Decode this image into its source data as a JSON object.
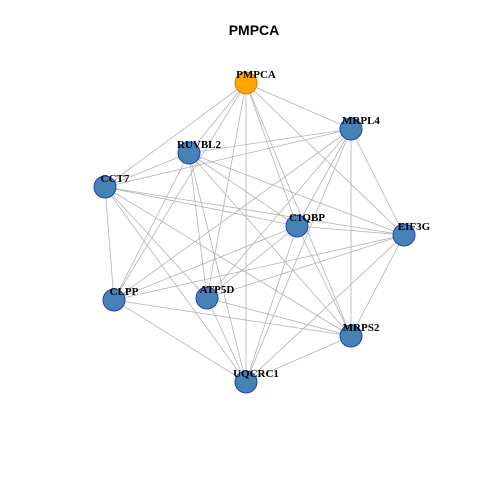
{
  "title": "PMPCA",
  "colors": {
    "center_fill": "#FFA500",
    "center_stroke": "#E07800",
    "node_fill": "#4682B4",
    "node_stroke": "#1F3FBF",
    "edge": "#B3B3B3"
  },
  "center_node": "PMPCA",
  "nodes": [
    "PMPCA",
    "MRPL4",
    "RUVBL2",
    "CCT7",
    "C1QBP",
    "EIF3G",
    "CLPP",
    "ATP5D",
    "MRPS2",
    "UQCRC1"
  ],
  "edges": [
    [
      "PMPCA",
      "MRPL4"
    ],
    [
      "PMPCA",
      "RUVBL2"
    ],
    [
      "PMPCA",
      "CCT7"
    ],
    [
      "PMPCA",
      "C1QBP"
    ],
    [
      "PMPCA",
      "EIF3G"
    ],
    [
      "PMPCA",
      "CLPP"
    ],
    [
      "PMPCA",
      "ATP5D"
    ],
    [
      "PMPCA",
      "MRPS2"
    ],
    [
      "PMPCA",
      "UQCRC1"
    ],
    [
      "MRPL4",
      "RUVBL2"
    ],
    [
      "MRPL4",
      "CCT7"
    ],
    [
      "MRPL4",
      "C1QBP"
    ],
    [
      "MRPL4",
      "EIF3G"
    ],
    [
      "MRPL4",
      "CLPP"
    ],
    [
      "MRPL4",
      "ATP5D"
    ],
    [
      "MRPL4",
      "MRPS2"
    ],
    [
      "MRPL4",
      "UQCRC1"
    ],
    [
      "RUVBL2",
      "CCT7"
    ],
    [
      "RUVBL2",
      "C1QBP"
    ],
    [
      "RUVBL2",
      "EIF3G"
    ],
    [
      "RUVBL2",
      "CLPP"
    ],
    [
      "RUVBL2",
      "ATP5D"
    ],
    [
      "RUVBL2",
      "MRPS2"
    ],
    [
      "RUVBL2",
      "UQCRC1"
    ],
    [
      "CCT7",
      "C1QBP"
    ],
    [
      "CCT7",
      "EIF3G"
    ],
    [
      "CCT7",
      "CLPP"
    ],
    [
      "CCT7",
      "ATP5D"
    ],
    [
      "CCT7",
      "MRPS2"
    ],
    [
      "CCT7",
      "UQCRC1"
    ],
    [
      "C1QBP",
      "EIF3G"
    ],
    [
      "C1QBP",
      "CLPP"
    ],
    [
      "C1QBP",
      "ATP5D"
    ],
    [
      "C1QBP",
      "MRPS2"
    ],
    [
      "C1QBP",
      "UQCRC1"
    ],
    [
      "EIF3G",
      "CLPP"
    ],
    [
      "EIF3G",
      "ATP5D"
    ],
    [
      "EIF3G",
      "MRPS2"
    ],
    [
      "EIF3G",
      "UQCRC1"
    ],
    [
      "CLPP",
      "MRPS2"
    ],
    [
      "CLPP",
      "UQCRC1"
    ],
    [
      "ATP5D",
      "MRPS2"
    ],
    [
      "ATP5D",
      "UQCRC1"
    ],
    [
      "MRPS2",
      "UQCRC1"
    ]
  ]
}
